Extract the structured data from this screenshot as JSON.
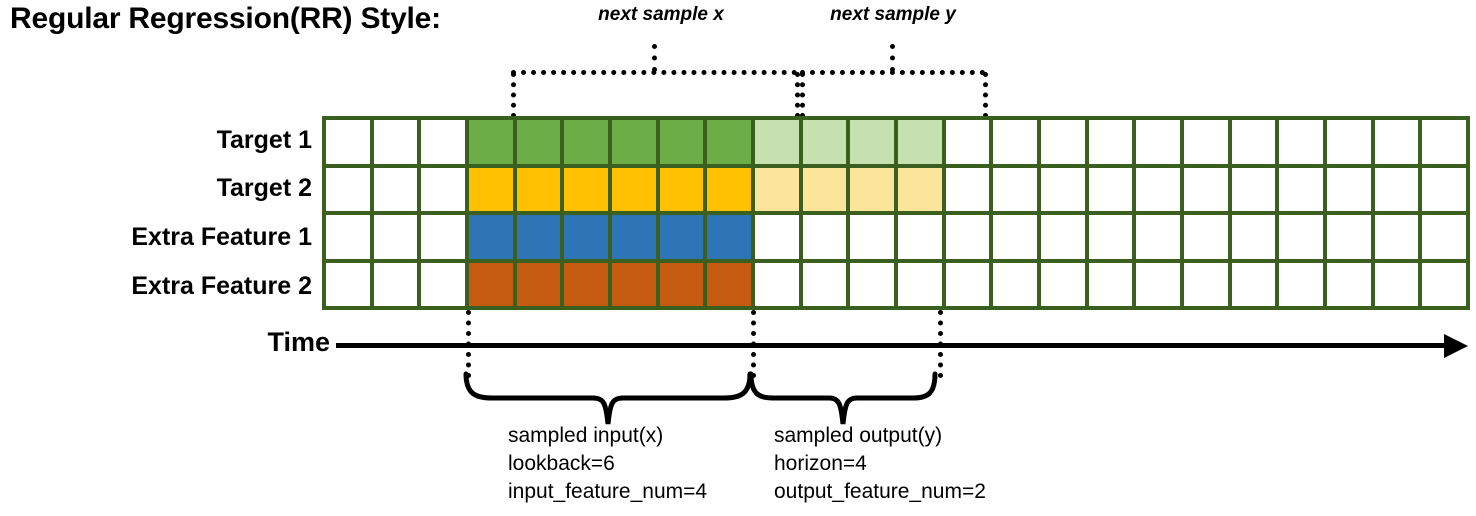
{
  "title": "Regular Regression(RR) Style:",
  "top_annotations": {
    "next_sample_x": "next sample x",
    "next_sample_y": "next sample y"
  },
  "row_labels": [
    "Target 1",
    "Target 2",
    "Extra Feature 1",
    "Extra Feature 2"
  ],
  "axis": {
    "time_label": "Time"
  },
  "captions": {
    "input": {
      "line1": "sampled input(x)",
      "line2": "lookback=6",
      "line3": "input_feature_num=4"
    },
    "output": {
      "line1": "sampled output(y)",
      "line2": "horizon=4",
      "line3": "output_feature_num=2"
    }
  },
  "colors": {
    "grid_border": "#3A5F1F",
    "empty": "#FFFFFF",
    "target1_input": "#6CAD47",
    "target1_output": "#C6E0B0",
    "target2_input": "#FFC000",
    "target2_output": "#FCE59A",
    "extra1_input": "#2E75B6",
    "extra2_input": "#C55A11",
    "axis": "#000000"
  },
  "grid": {
    "total_columns": 24,
    "lead_empty_columns": 3,
    "input_columns": 6,
    "output_columns": 4,
    "trail_empty_columns": 11,
    "rows": [
      {
        "name": "Target 1",
        "cells": [
          "empty",
          "empty",
          "empty",
          "target1_input",
          "target1_input",
          "target1_input",
          "target1_input",
          "target1_input",
          "target1_input",
          "target1_output",
          "target1_output",
          "target1_output",
          "target1_output",
          "empty",
          "empty",
          "empty",
          "empty",
          "empty",
          "empty",
          "empty",
          "empty",
          "empty",
          "empty",
          "empty"
        ]
      },
      {
        "name": "Target 2",
        "cells": [
          "empty",
          "empty",
          "empty",
          "target2_input",
          "target2_input",
          "target2_input",
          "target2_input",
          "target2_input",
          "target2_input",
          "target2_output",
          "target2_output",
          "target2_output",
          "target2_output",
          "empty",
          "empty",
          "empty",
          "empty",
          "empty",
          "empty",
          "empty",
          "empty",
          "empty",
          "empty",
          "empty"
        ]
      },
      {
        "name": "Extra Feature 1",
        "cells": [
          "empty",
          "empty",
          "empty",
          "extra1_input",
          "extra1_input",
          "extra1_input",
          "extra1_input",
          "extra1_input",
          "extra1_input",
          "empty",
          "empty",
          "empty",
          "empty",
          "empty",
          "empty",
          "empty",
          "empty",
          "empty",
          "empty",
          "empty",
          "empty",
          "empty",
          "empty",
          "empty"
        ]
      },
      {
        "name": "Extra Feature 2",
        "cells": [
          "empty",
          "empty",
          "empty",
          "extra2_input",
          "extra2_input",
          "extra2_input",
          "extra2_input",
          "extra2_input",
          "extra2_input",
          "empty",
          "empty",
          "empty",
          "empty",
          "empty",
          "empty",
          "empty",
          "empty",
          "empty",
          "empty",
          "empty",
          "empty",
          "empty",
          "empty",
          "empty"
        ]
      }
    ]
  }
}
